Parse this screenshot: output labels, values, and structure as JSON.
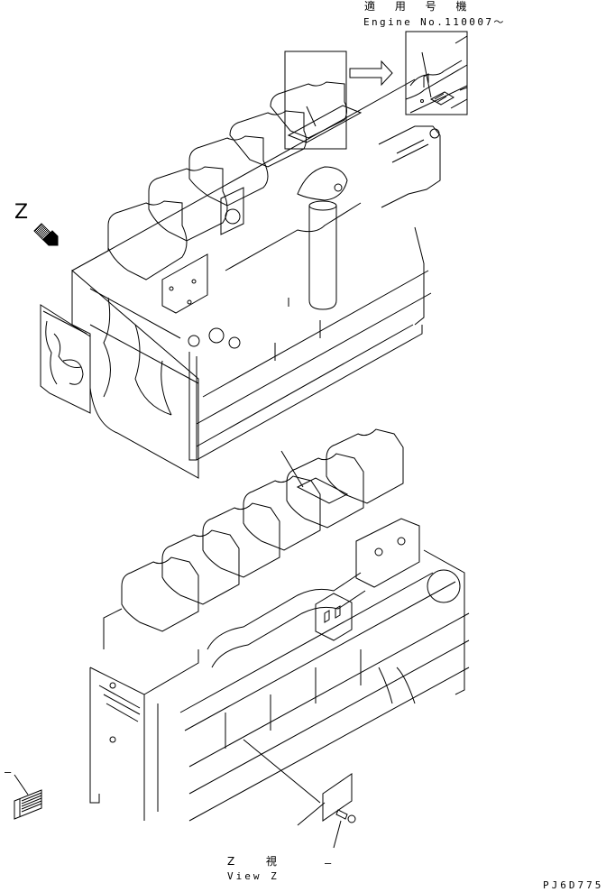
{
  "diagram": {
    "type": "parts-catalog-illustration",
    "subject": "engine assembly with nameplate / label placement",
    "applicable_serial": {
      "label_jp": "適 用 号 機",
      "label_en": "Engine No.110007～"
    },
    "view_marker": {
      "letter": "Z",
      "arrow_icon": "view-direction-arrow"
    },
    "view_caption": {
      "label_jp": "Z  視",
      "label_en": "View Z",
      "dash": "–"
    },
    "label_plate_callout": "–",
    "drawing_number": "PJ6D775",
    "callouts": [
      "upper engine: inset box around nameplate area (arrow to enlarged detail)",
      "lower engine: leader to rocker cover label",
      "lower engine: leader to side nameplate",
      "lower engine: screw for nameplate",
      "separate label plate (left)"
    ],
    "colors": {
      "line": "#000000",
      "background": "#ffffff"
    }
  }
}
